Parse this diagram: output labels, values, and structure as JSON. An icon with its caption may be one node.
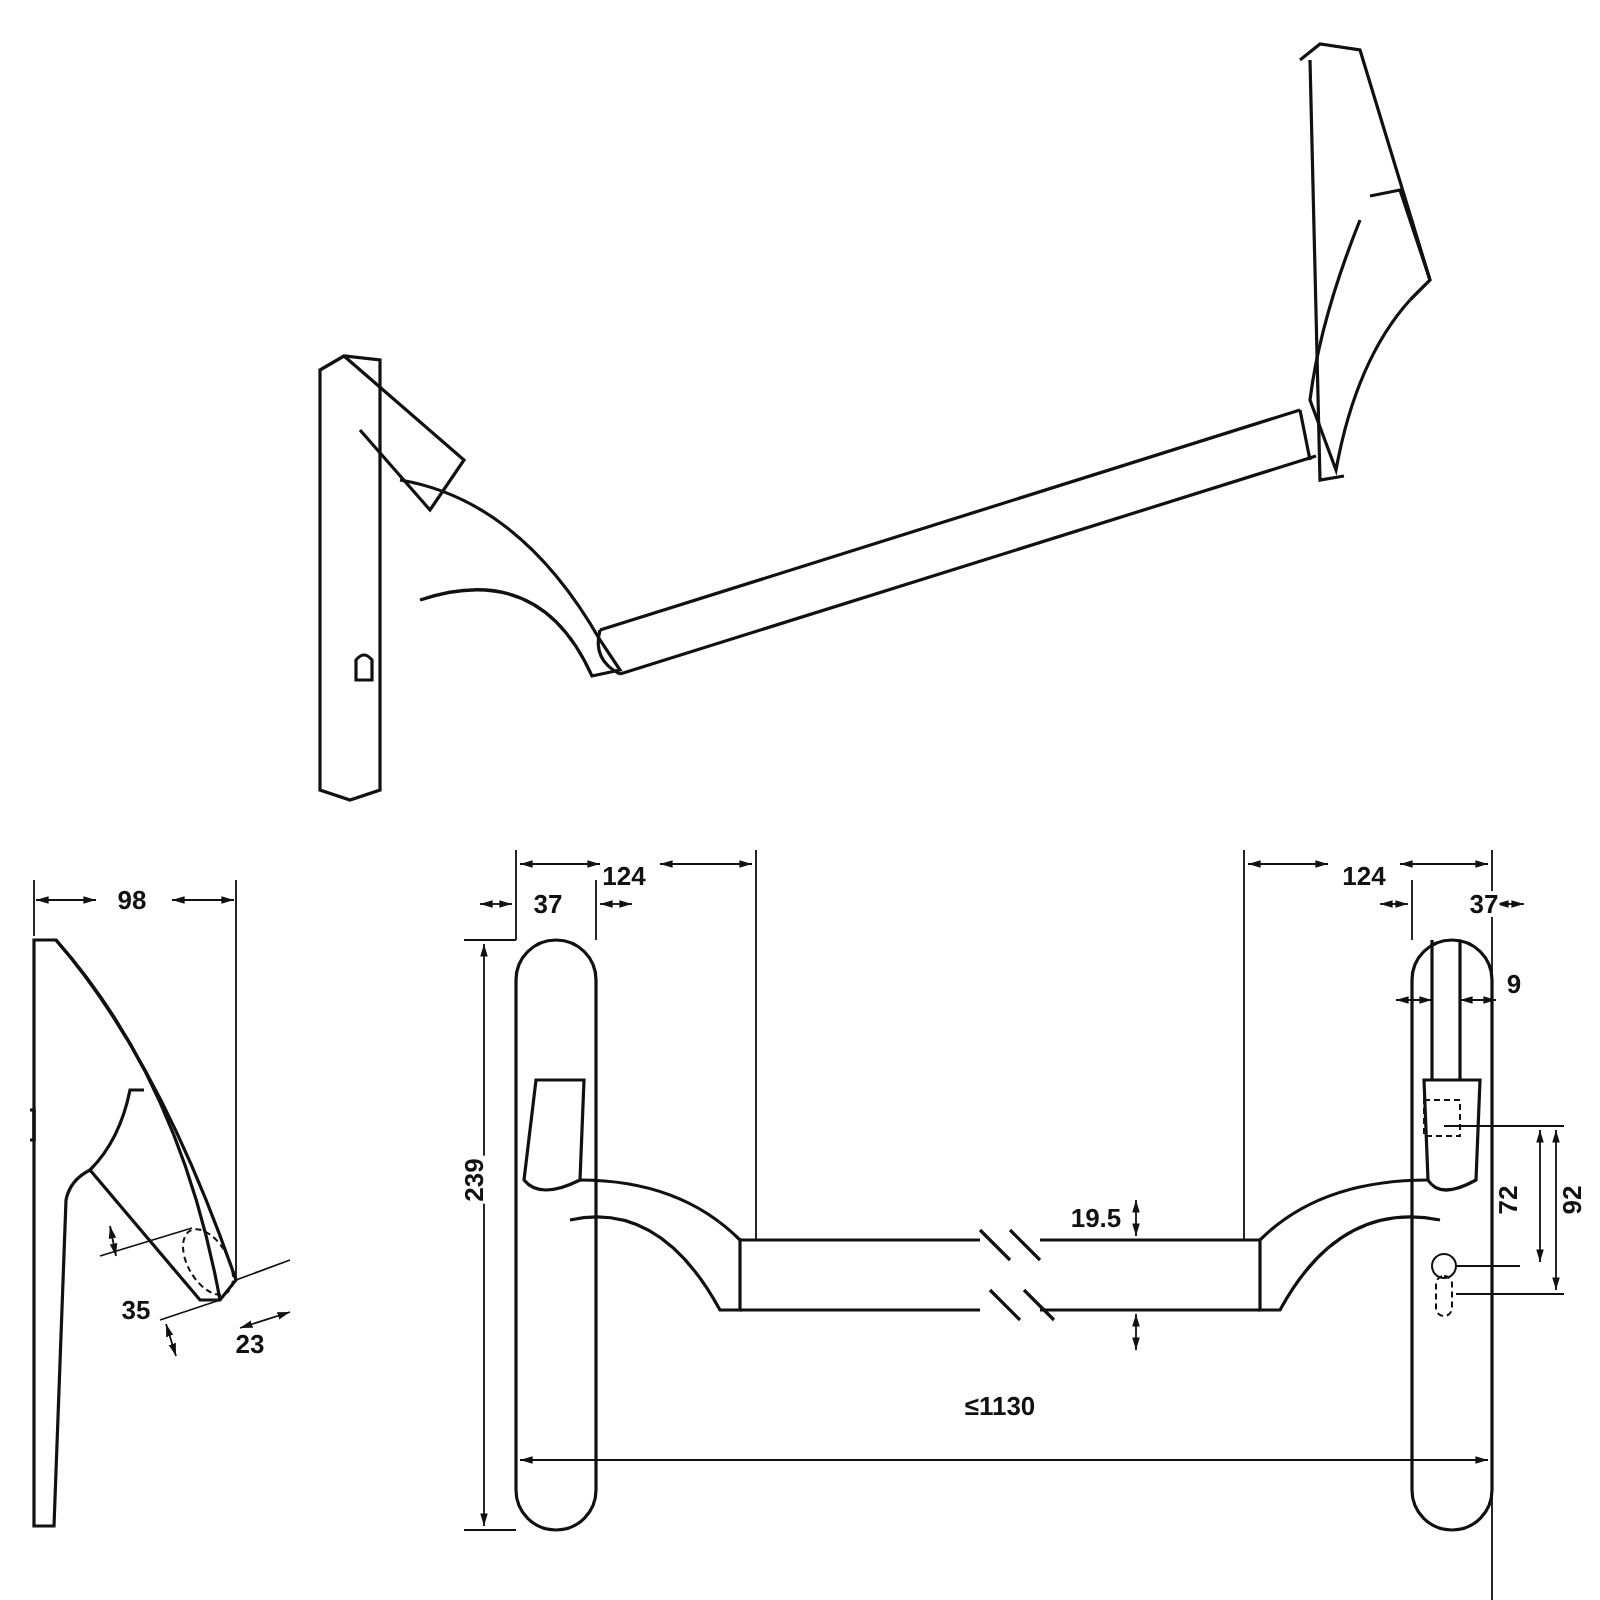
{
  "diagram": {
    "labels": [
      "98",
      "124",
      "37",
      "124",
      "37",
      "9",
      "239",
      "72",
      "92",
      "19.5",
      "35",
      "23",
      "≤1130"
    ]
  }
}
